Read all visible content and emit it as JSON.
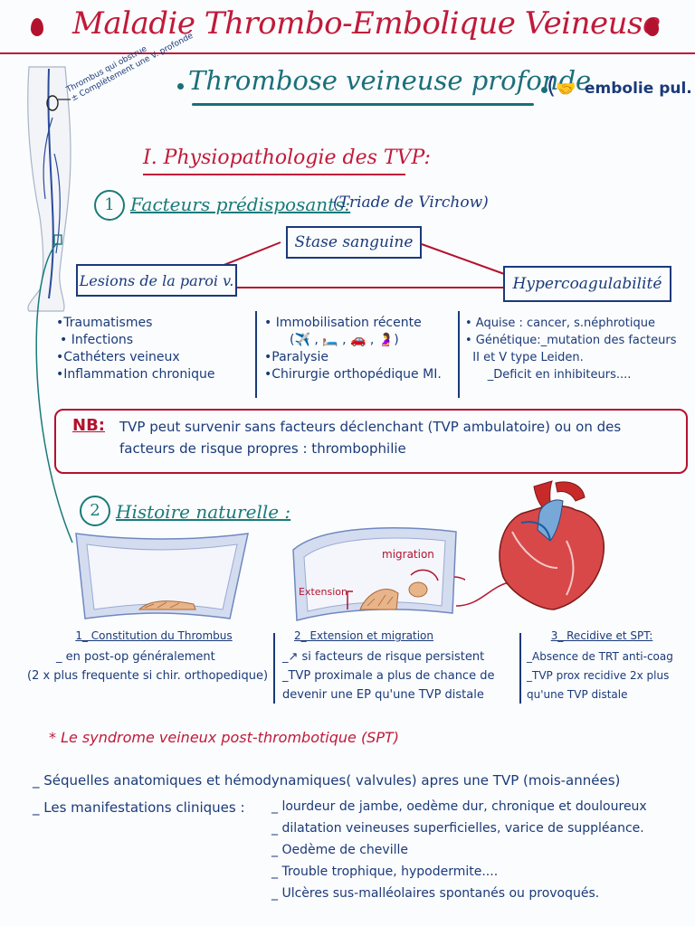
{
  "title": "Maladie Thrombo-Embolique Veineuse",
  "leg_annotation": [
    "Thrombus qui obstrue",
    "± Complètement une V. profonde"
  ],
  "main": {
    "tvp": "Thrombose veineuse profonde",
    "ep": "embolie pul."
  },
  "section1": {
    "title": "I. Physiopathologie des TVP:",
    "factors_title": "Facteurs prédisposants:",
    "factors_num": "1",
    "triade": "(Triade de Virchow)",
    "stase": "Stase sanguine",
    "lesions": "Lesions de la paroi v.",
    "hyper": "Hypercoagulabilité",
    "lesions_list": [
      "•Traumatismes",
      "• Infections",
      "•Cathéters veineux",
      "•Inflammation chronique"
    ],
    "stase_list": [
      "• Immobilisation récente",
      "(✈️ , 🛏️ , 🚗 , 🤰)",
      "•Paralysie",
      "•Chirurgie orthopédique MI."
    ],
    "hyper_list": [
      "• Aquise : cancer, s.néphrotique",
      "• Génétique:_mutation des facteurs",
      "  II et V type Leiden.",
      "      _Deficit en inhibiteurs...."
    ],
    "nb_label": "NB:",
    "nb_text": "TVP peut survenir sans facteurs déclenchant (TVP ambulatoire) ou on des facteurs de risque propres : thrombophilie"
  },
  "section2": {
    "num": "2",
    "title": "Histoire naturelle :",
    "label_extension": "Extension",
    "label_migration": "migration",
    "stage1": {
      "title": "1_ Constitution du Thrombus",
      "items": [
        "_ en post-op généralement",
        "(2 x plus frequente si chir. orthopedique)"
      ]
    },
    "stage2": {
      "title": "2_ Extension et migration",
      "items": [
        "_↗ si facteurs de risque persistent",
        "_TVP proximale a plus de chance de",
        "devenir une EP qu'une TVP distale"
      ]
    },
    "stage3": {
      "title": "3_ Recidive et SPT:",
      "items": [
        "_Absence de TRT anti-coag",
        "_TVP prox recidive 2x plus",
        "qu'une TVP distale"
      ]
    }
  },
  "spt": {
    "title": "* Le syndrome veineux post-thrombotique (SPT)",
    "line1": "_ Séquelles anatomiques et hémodynamiques( valvules) apres une TVP (mois-années)",
    "line2_label": "_ Les manifestations cliniques :",
    "items": [
      "_ lourdeur de jambe, oedème dur, chronique et douloureux",
      "_ dilatation veineuses superficielles, varice de suppléance.",
      "_ Oedème de cheville",
      "_ Trouble trophique, hypodermite....",
      "_ Ulcères sus-malléolaires spontanés ou provoqués."
    ]
  },
  "colors": {
    "red": "#c01a3a",
    "teal": "#1a7a7a",
    "navy": "#1a3a7a",
    "vessel": "#c8d4ec",
    "thrombus": "#e8b48a"
  }
}
